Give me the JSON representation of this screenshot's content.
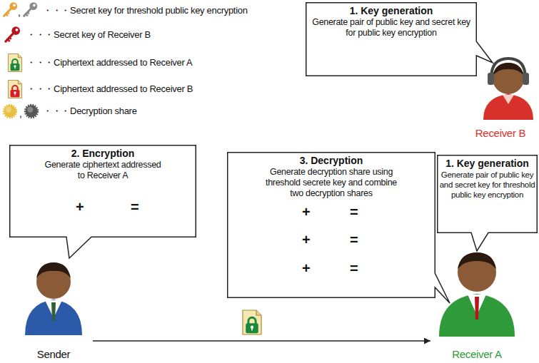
{
  "diagram": {
    "nodes": [
      {
        "text": [
          "1. Key generation",
          "Generate pair of public key and secret key for public key encryption"
        ]
      },
      {
        "text": [
          "Receiver B"
        ]
      },
      {
        "text": [
          "2. Encryption",
          "Generate ciphertext addressed to Receiver A"
        ]
      },
      {
        "text": [
          "3. Decryption",
          "Generate decryption share using threshold secrete key and combine two decryption shares"
        ]
      },
      {
        "text": [
          "1. Key generation",
          "Generate pair of public key and secret key for threshold public key encryption"
        ]
      },
      {
        "text": [
          "Sender"
        ]
      },
      {
        "text": [
          "Receiver A"
        ]
      }
    ],
    "edges": [
      {
        "from": 5,
        "to": 6,
        "arrow": "to"
      }
    ],
    "labels": [
      ",",
      ",",
      "+",
      "=",
      "+",
      "=",
      "+",
      "=",
      "+",
      "="
    ],
    "legend": [
      {
        "text": "・・・Secret key for threshold public key encryption"
      },
      {
        "text": "・・・Secret key of Receiver B"
      },
      {
        "text": "・・・Ciphertext addressed to Receiver A"
      },
      {
        "text": "・・・Ciphertext addressed to Receiver B"
      },
      {
        "text": "・・・Decryption share"
      }
    ]
  }
}
